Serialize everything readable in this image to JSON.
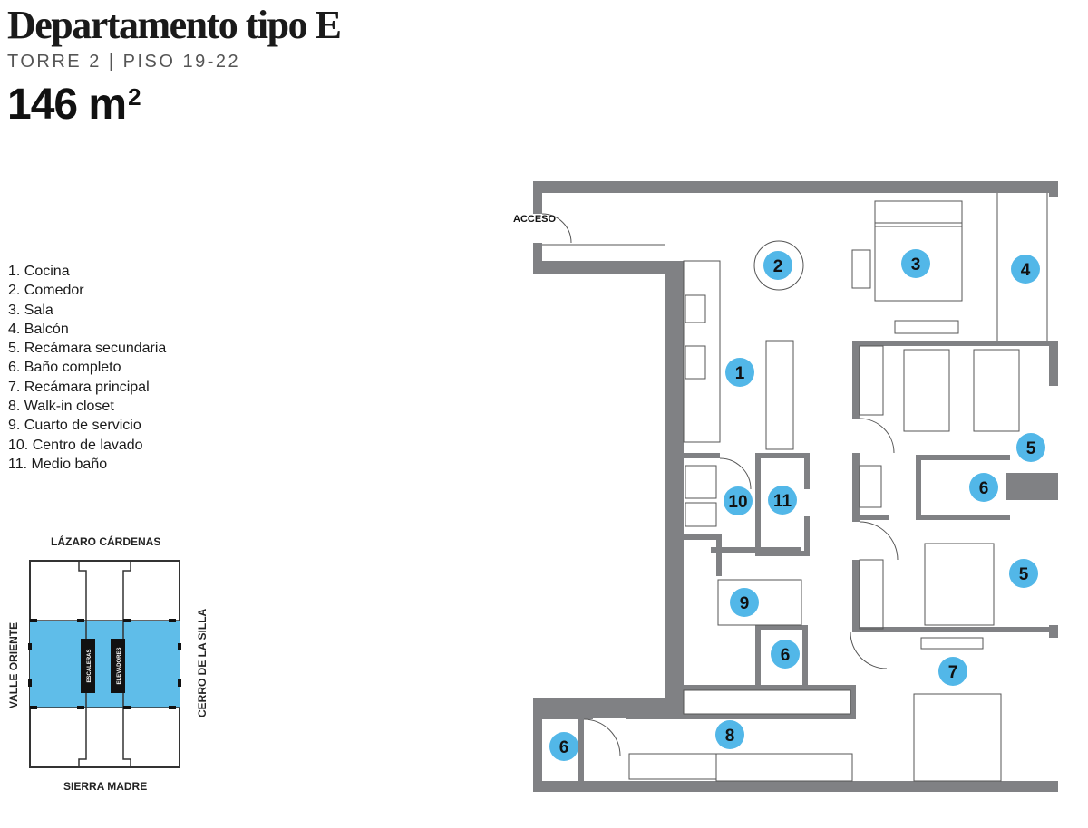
{
  "title": "Departamento tipo E",
  "subtitle": "TORRE 2 | PISO 19-22",
  "area": {
    "value": "146 m",
    "unit_sup": "2"
  },
  "legend": [
    "1. Cocina",
    "2. Comedor",
    "3. Sala",
    "4. Balcón",
    "5. Recámara secundaria",
    "6. Baño completo",
    "7. Recámara principal",
    "8. Walk-in closet",
    "9. Cuarto de servicio",
    "10. Centro de lavado",
    "11. Medio baño"
  ],
  "site_plan": {
    "streets": {
      "top": "LÁZARO CÁRDENAS",
      "bottom": "SIERRA MADRE",
      "left": "VALLE ORIENTE",
      "right": "CERRO DE LA SILLA"
    },
    "core_labels": [
      "ESCALERAS",
      "ELEVADORES"
    ]
  },
  "floor_plan": {
    "access_label": "ACCESO",
    "markers": [
      "2",
      "3",
      "4",
      "1",
      "5",
      "10",
      "11",
      "6",
      "5",
      "9",
      "6",
      "7",
      "8",
      "6"
    ]
  },
  "colors": {
    "wall": "#808184",
    "marker": "#52b7e8",
    "highlight": "#5fbde9",
    "text": "#1a1a1a"
  }
}
